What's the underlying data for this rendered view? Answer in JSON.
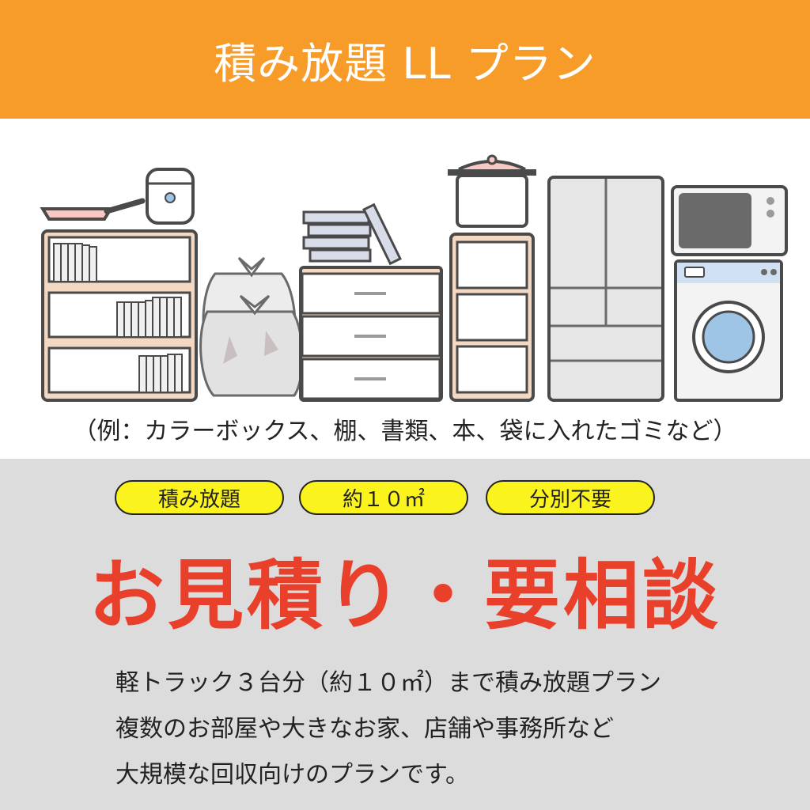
{
  "header": {
    "title": "積み放題 LL プラン"
  },
  "illustration": {
    "items": [
      "frying-pan",
      "rice-cooker",
      "bookshelf",
      "garbage-bag",
      "garbage-bag",
      "books",
      "chest-of-drawers",
      "pot",
      "shelf",
      "refrigerator",
      "microwave",
      "washing-machine"
    ]
  },
  "example_caption": "（例：カラーボックス、棚、書類、本、袋に入れたゴミなど）",
  "badges": [
    {
      "label": "積み放題"
    },
    {
      "label": "約１０㎡"
    },
    {
      "label": "分別不要"
    }
  ],
  "headline": "お見積り・要相談",
  "description": [
    "軽トラック３台分（約１０㎡）まで積み放題プラン",
    "複数のお部屋や大きなお家、店舗や事務所など",
    "大規模な回収向けのプランです。"
  ],
  "colors": {
    "header_bg": "#f89c29",
    "lower_bg": "#dcdcdc",
    "badge_bg": "#fbf31d",
    "headline": "#e8402b",
    "furniture_frame": "#f3d8c4"
  }
}
